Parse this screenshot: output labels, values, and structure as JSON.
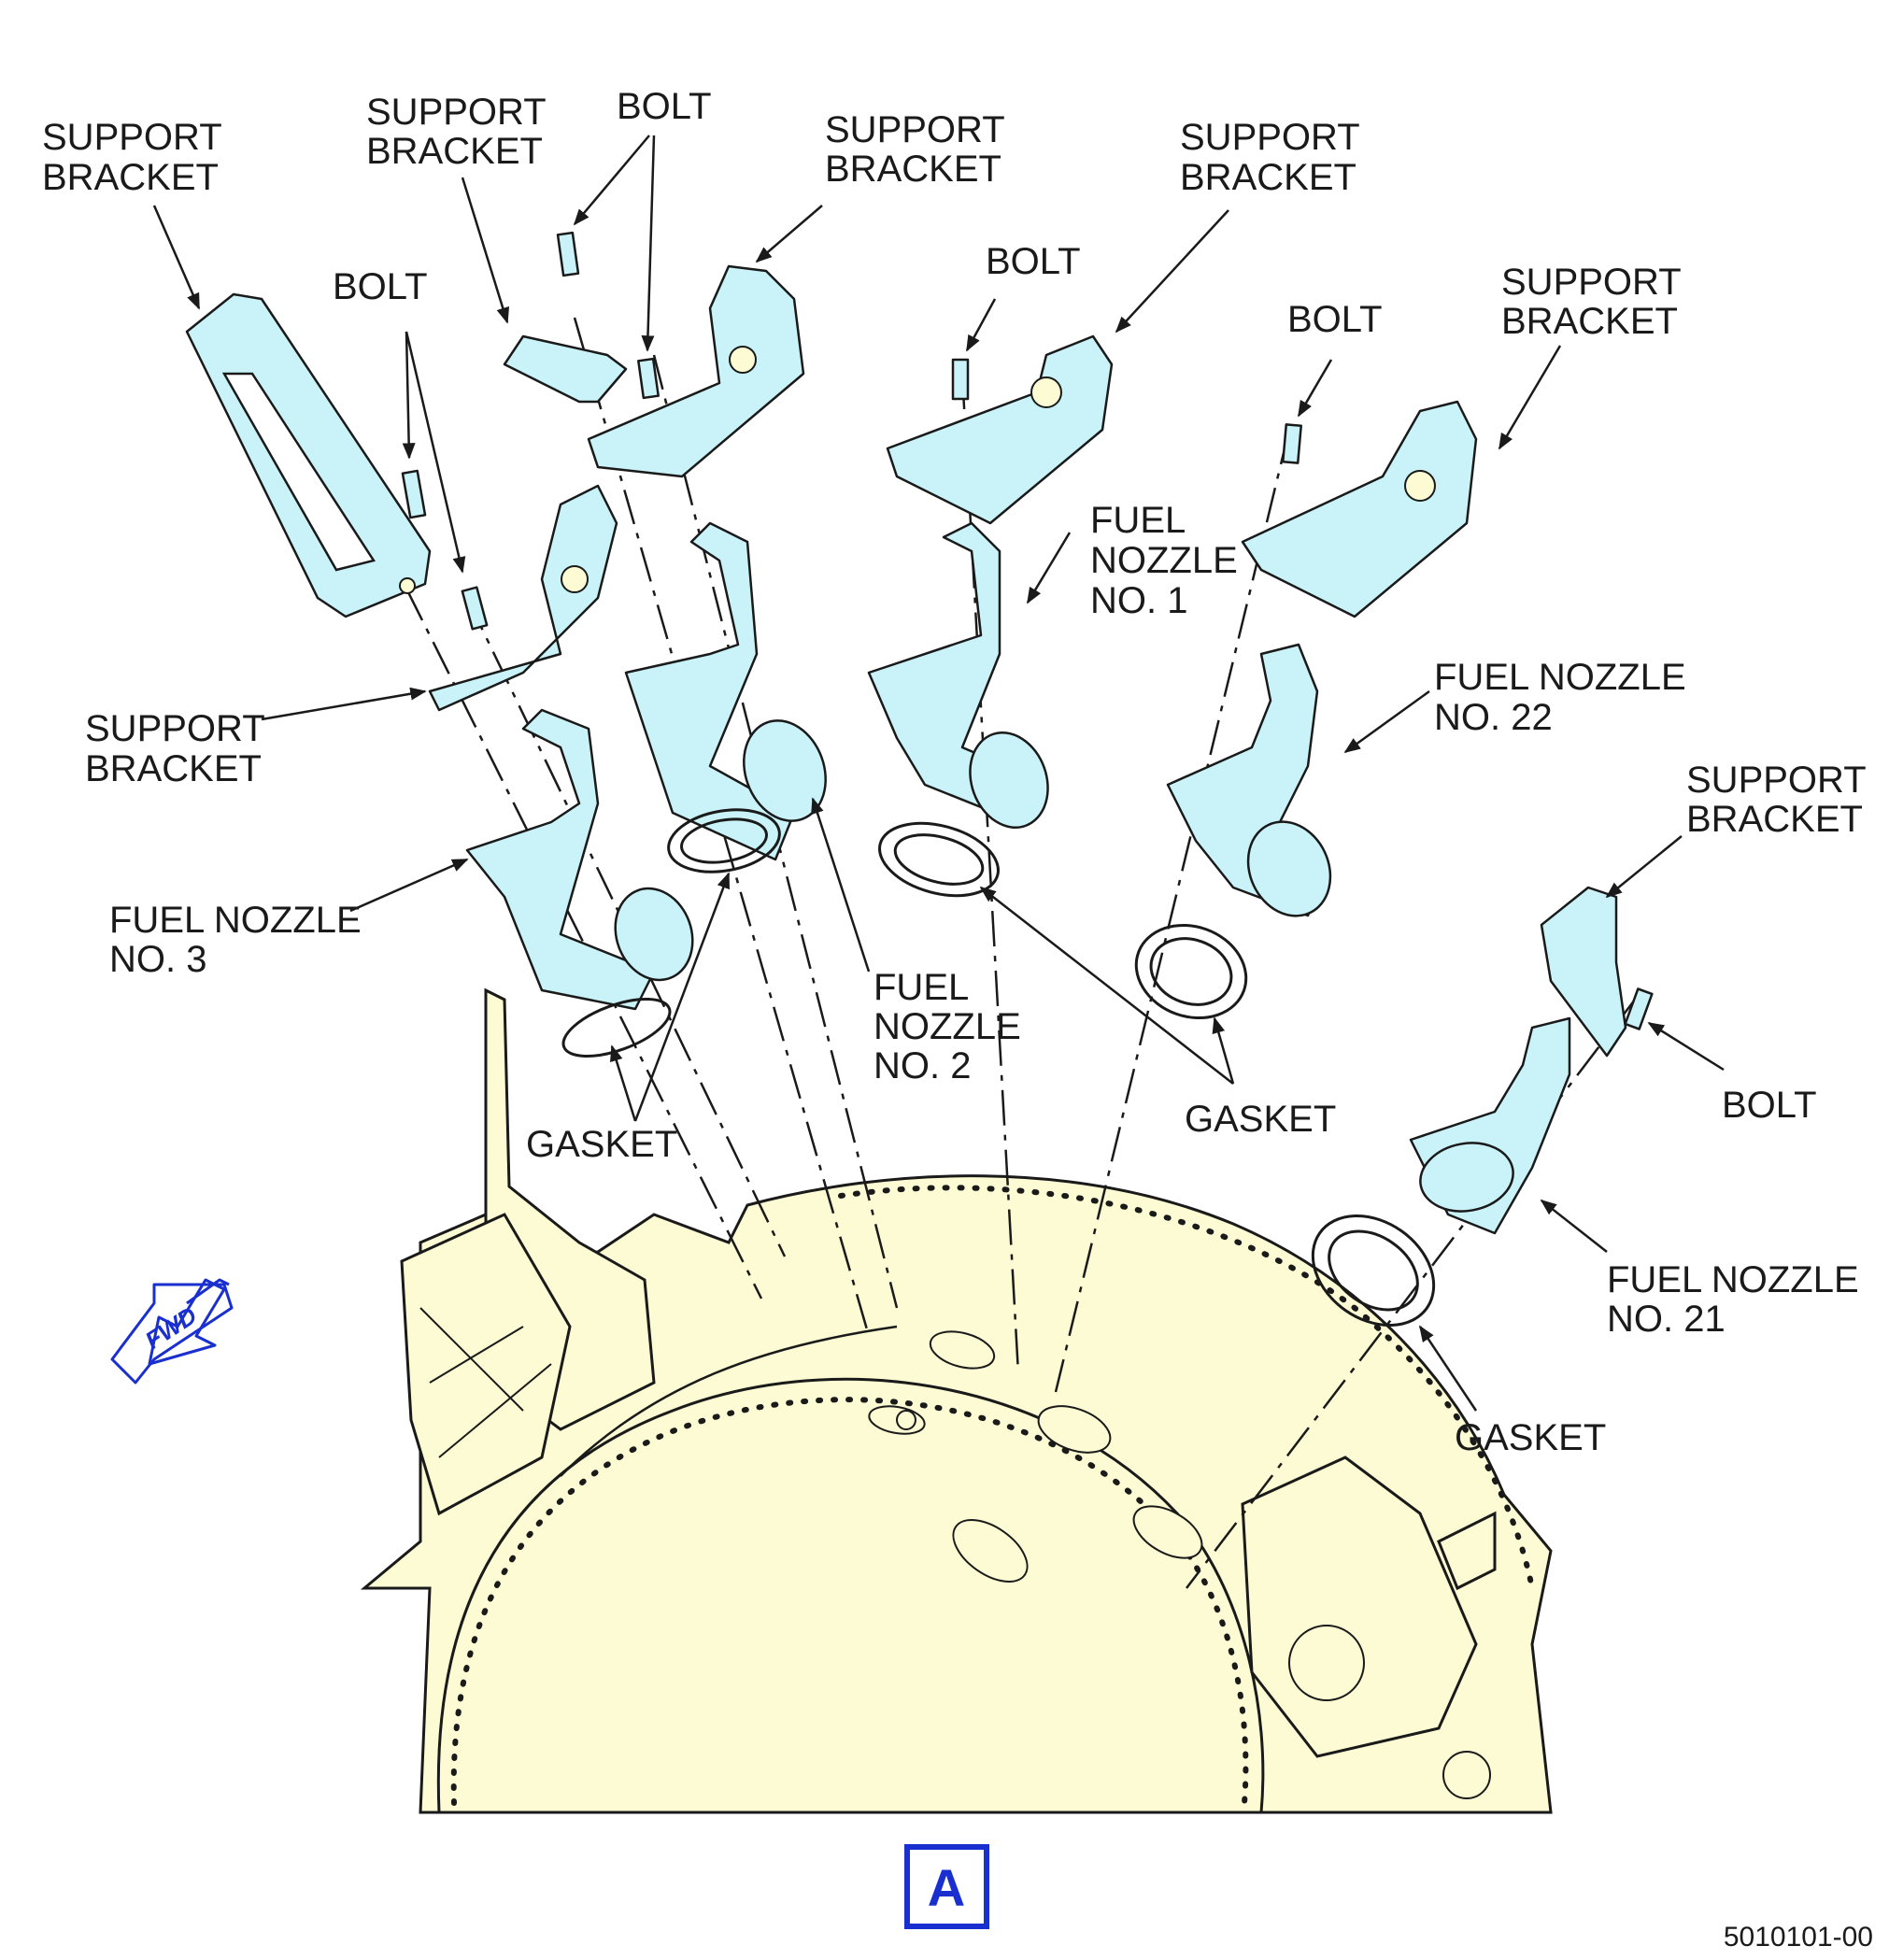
{
  "labels": {
    "support_bracket_line1": "SUPPORT",
    "support_bracket_line2": "BRACKET",
    "bolt": "BOLT",
    "gasket": "GASKET",
    "fuel_line1": "FUEL",
    "nozzle_line": "NOZZLE",
    "no_1": "NO. 1",
    "no_2": "NO. 2",
    "no_3": "NO. 3",
    "fuel_nozzle": "FUEL NOZZLE",
    "no_21": "NO. 21",
    "no_22": "NO. 22"
  },
  "fwd": "FWD",
  "view": "A",
  "figure_id": "5010101-00",
  "colors": {
    "part_fill": "#c9f3f8",
    "case_fill": "#fdfbd3",
    "accent_blue": "#1a2fd0",
    "line": "#1a1a1a"
  }
}
